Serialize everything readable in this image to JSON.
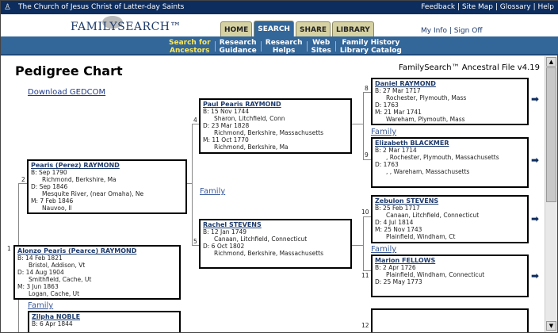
{
  "topbar": {
    "title": "The Church of Jesus Christ of Latter-day Saints",
    "links": [
      "Feedback",
      "Site Map",
      "Glossary",
      "Help"
    ]
  },
  "header": {
    "logo": "FAMILYSEARCH™",
    "tabs": [
      "HOME",
      "SEARCH",
      "SHARE",
      "LIBRARY"
    ],
    "active_tab": "SEARCH",
    "user_links": "My Info | Sign Off"
  },
  "subnav": [
    {
      "l1": "Search for",
      "l2": "Ancestors",
      "active": true
    },
    {
      "l1": "Research",
      "l2": "Guidance"
    },
    {
      "l1": "Research",
      "l2": "Helps"
    },
    {
      "l1": "Web",
      "l2": "Sites"
    },
    {
      "l1": "Family History",
      "l2": "Library Catalog"
    }
  ],
  "page": {
    "title": "Pedigree Chart",
    "version": "FamilySearch™ Ancestral File v4.19",
    "download": "Download GEDCOM",
    "family_label": "Family"
  },
  "persons": {
    "p1": {
      "num": "1",
      "name": "Alonzo Pearis (Pearce) RAYMOND",
      "lines": [
        "B: 14 Feb 1821",
        "Bristol, Addison, Vt",
        "D: 14 Aug 1904",
        "Smithfield, Cache, Ut",
        "M: 3 Jun 1863",
        "Logan, Cache, Ut"
      ]
    },
    "p2": {
      "num": "2",
      "name": "Pearis (Perez) RAYMOND",
      "lines": [
        "B: Sep 1790",
        "Richmond, Berkshire, Ma",
        "D: Sep 1846",
        "Mesquite River, (near Omaha), Ne",
        "M: 7 Feb 1846",
        "Nauvoo, Il"
      ]
    },
    "p3": {
      "name": "Zilpha NOBLE",
      "lines": [
        "B: 6 Apr 1844"
      ]
    },
    "p4": {
      "num": "4",
      "name": "Paul Pearis RAYMOND",
      "lines": [
        "B: 15 Nov 1744",
        "Sharon, Litchfield, Conn",
        "D: 23 Mar 1828",
        "Richmond, Berkshire, Massachusetts",
        "M: 11 Oct 1770",
        "Richmond, Berkshire, Ma"
      ]
    },
    "p5": {
      "num": "5",
      "name": "Rachel STEVENS",
      "lines": [
        "B: 12 Jan 1749",
        "Canaan, Litchfield, Connecticut",
        "D: 6 Oct 1802",
        "Richmond, Berkshire, Massachusetts"
      ]
    },
    "p8": {
      "num": "8",
      "name": "Daniel RAYMOND",
      "lines": [
        "B: 27 Mar 1717",
        "Rochester, Plymouth, Mass",
        "D: 1763",
        "M: 21 Mar 1741",
        "Wareham, Plymouth, Mass"
      ]
    },
    "p9": {
      "num": "9",
      "name": "Elizabeth BLACKMER",
      "lines": [
        "B: 2 Mar 1714",
        ", Rochester, Plymouth, Massachusetts",
        "D: 1763",
        ", , Wareham, Massachusetts"
      ]
    },
    "p10": {
      "num": "10",
      "name": "Zebulon STEVENS",
      "lines": [
        "B: 25 Feb 1717",
        "Canaan, Litchfield, Connecticut",
        "D: 4 Jul 1814",
        "M: 25 Nov 1743",
        "Plainfield, Windham, Ct"
      ]
    },
    "p11": {
      "num": "11",
      "name": "Marion FELLOWS",
      "lines": [
        "B: 2 Apr 1726",
        "Plainfield, Windham, Connecticut",
        "D: 25 May 1773"
      ]
    },
    "p12": {
      "num": "12"
    }
  },
  "colors": {
    "topbar": "#0d2d5e",
    "subnav": "#336699",
    "active_sub": "#ffe850",
    "tab": "#d6d1a3"
  }
}
